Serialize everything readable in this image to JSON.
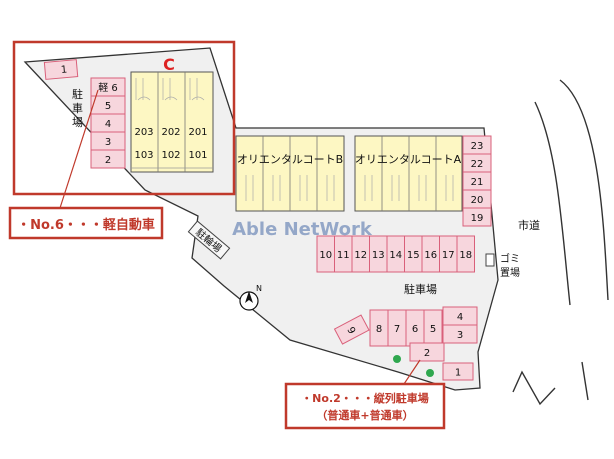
{
  "building_c": {
    "marker": "C",
    "rooms_top": [
      "203",
      "202",
      "201"
    ],
    "rooms_bottom": [
      "103",
      "102",
      "101"
    ]
  },
  "building_b": {
    "name": "オリエンタルコートB"
  },
  "building_a": {
    "name": "オリエンタルコートA"
  },
  "watermark": "Able NetWork",
  "labels": {
    "parking_left": "駐車場",
    "parking_main": "駐車場",
    "bicycle": "駐輪場",
    "garbage": "ゴミ置場",
    "road": "市道",
    "compass": "N"
  },
  "parking": {
    "top_left": "1",
    "left_column": [
      "軽 6",
      "5",
      "4",
      "3",
      "2"
    ],
    "right_column": [
      "23",
      "22",
      "21",
      "20",
      "19"
    ],
    "middle_row": [
      "10",
      "11",
      "12",
      "13",
      "14",
      "15",
      "16",
      "17",
      "18"
    ],
    "bottom_row": [
      "8",
      "7",
      "6",
      "5"
    ],
    "angled": "9",
    "bottom_right": [
      "4",
      "3",
      "2",
      "1"
    ]
  },
  "callouts": {
    "kei": "・No.6・・・軽自動車",
    "tandem_line1": "・No.2・・・縦列駐車場",
    "tandem_line2": "（普通車+普通車）"
  },
  "colors": {
    "highlight_border": "#c0392b",
    "building_fill": "#fdf7c3",
    "parking_stall": "#f7d6dd",
    "parking_border": "#d9607a",
    "lot_fill": "#f0f0f0",
    "watermark": "#8ba0c4",
    "tree": "#2fa84f"
  }
}
